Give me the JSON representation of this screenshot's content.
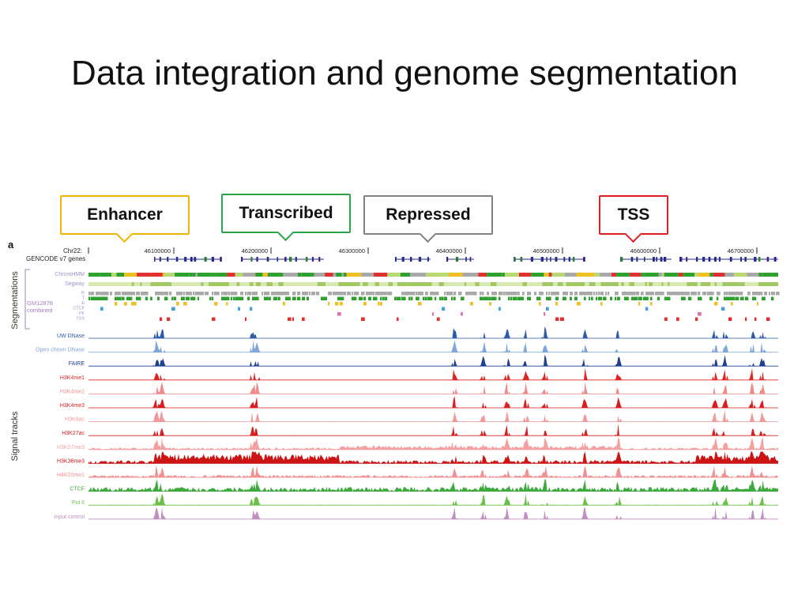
{
  "slide_title": "Data integration and genome segmentation",
  "callouts": [
    {
      "label": "Enhancer",
      "color": "#f2b600"
    },
    {
      "label": "Transcribed",
      "color": "#2aa44a"
    },
    {
      "label": "Repressed",
      "color": "#808080"
    },
    {
      "label": "TSS",
      "color": "#e02020"
    }
  ],
  "figure": {
    "panel_label": "a",
    "chrom_label": "Chr22:",
    "gene_track_label": "GENCODE v7 genes",
    "coordinates": [
      "46100000",
      "46200000",
      "46300000",
      "46400000",
      "46500000",
      "46600000",
      "46700000"
    ],
    "group_labels": [
      "Segmentations",
      "Signal tracks"
    ],
    "cell_line_label": [
      "GM12878",
      "combined"
    ],
    "segmentation_tracks": [
      "ChromHMM",
      "Segway"
    ],
    "combined_states": [
      "R",
      "T",
      "E",
      "CTCF",
      "PF",
      "TSS"
    ],
    "signal_tracks": [
      {
        "name": "UW DNase",
        "color": "#2e5aa8"
      },
      {
        "name": "Open chrom DNase",
        "color": "#7fa6d8"
      },
      {
        "name": "FAIRE",
        "color": "#1f3f8f"
      },
      {
        "name": "H3K4me1",
        "color": "#e02525"
      },
      {
        "name": "H3K4me2",
        "color": "#f08a8a"
      },
      {
        "name": "H3K4me3",
        "color": "#d81e1e"
      },
      {
        "name": "H3K9ac",
        "color": "#f29a9a"
      },
      {
        "name": "H3K27ac",
        "color": "#d42020"
      },
      {
        "name": "H3K27me3",
        "color": "#f4a0a0"
      },
      {
        "name": "H3K36me3",
        "color": "#cc1414"
      },
      {
        "name": "H4K20me1",
        "color": "#f09090"
      },
      {
        "name": "CTCF",
        "color": "#3caa3c"
      },
      {
        "name": "Pol II",
        "color": "#6cc04a"
      },
      {
        "name": "Input control",
        "color": "#c090c0"
      }
    ]
  }
}
